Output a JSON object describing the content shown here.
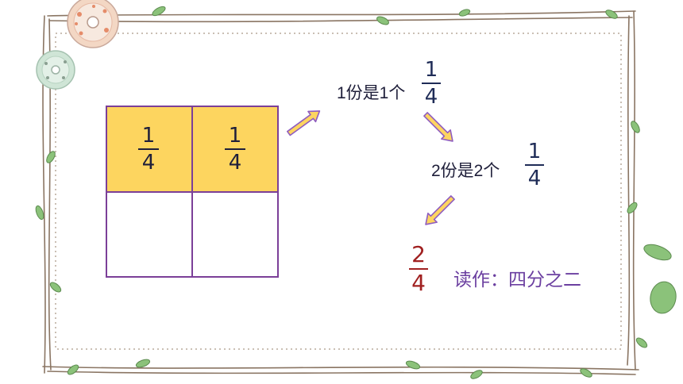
{
  "grid": {
    "cells": [
      {
        "shaded": true,
        "numerator": "1",
        "denominator": "4"
      },
      {
        "shaded": true,
        "numerator": "1",
        "denominator": "4"
      },
      {
        "shaded": false,
        "numerator": "",
        "denominator": ""
      },
      {
        "shaded": false,
        "numerator": "",
        "denominator": ""
      }
    ]
  },
  "steps": [
    {
      "text": "1份是1个",
      "numerator": "1",
      "denominator": "4"
    },
    {
      "text": "2份是2个",
      "numerator": "1",
      "denominator": "4"
    }
  ],
  "result": {
    "numerator": "2",
    "denominator": "4",
    "reading": "读作：四分之二"
  },
  "colors": {
    "shaded_fill": "#fdd55f",
    "grid_border": "#7b3f98",
    "arrow_fill": "#fdd55f",
    "arrow_stroke": "#8e5cc0",
    "result_color": "#a02020",
    "reading_color": "#6b3fa0",
    "frame_color": "#8a7563"
  },
  "decorations": {
    "frame": "vine-frame",
    "badges": [
      "donut-badge-orange",
      "donut-badge-green"
    ],
    "leaves": "leaf-icon"
  }
}
